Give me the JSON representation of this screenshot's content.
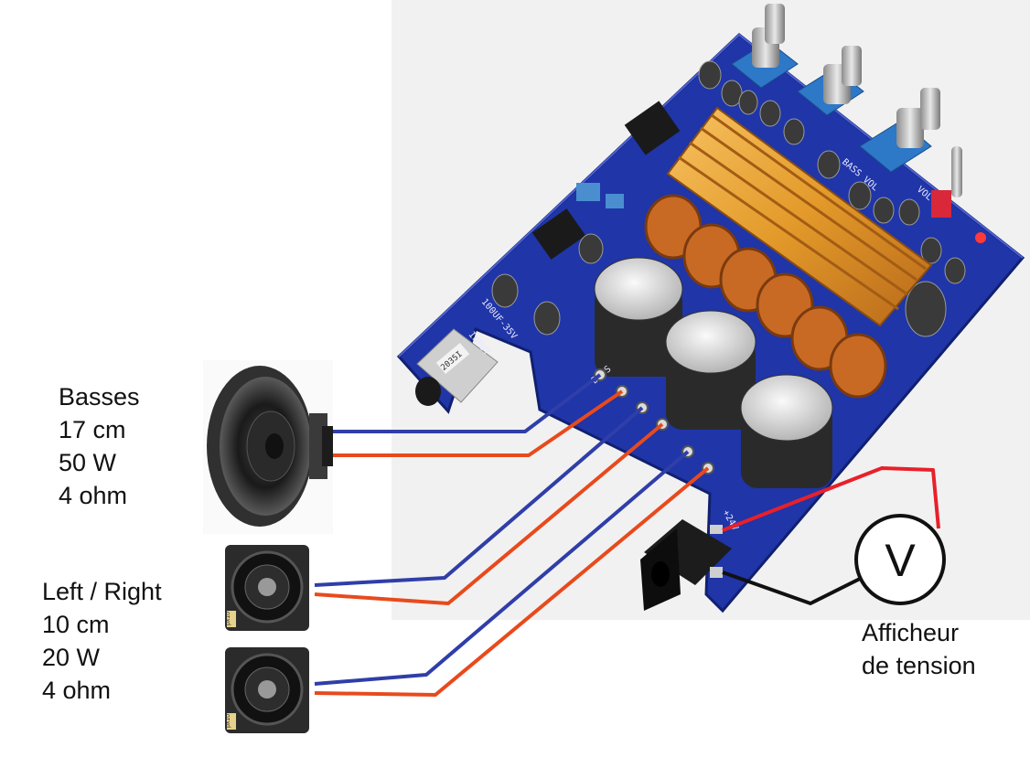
{
  "speakers": {
    "bass": {
      "lines": [
        "Basses",
        "17 cm",
        "50 W",
        "4 ohm"
      ]
    },
    "stereo": {
      "lines": [
        "Left / Right",
        "10 cm",
        "20 W",
        "4 ohm"
      ]
    }
  },
  "meter": {
    "symbol": "V",
    "caption_lines": [
      "Afficheur",
      "de tension"
    ]
  },
  "board": {
    "input_label": "INPUT",
    "bass_label": "BASS",
    "power_label": "+24V",
    "jack_marking": "2035I",
    "cap_marking": "100UF-35V",
    "pot_labels": [
      "BASS VOL",
      "VOL"
    ],
    "small_speaker_tag": "px10"
  },
  "colors": {
    "negative_wire": "#2f3ea8",
    "positive_wire": "#e84a1c",
    "meter_positive": "#e8202a",
    "meter_negative": "#111111",
    "pcb": "#1f35a8",
    "heatsink": "#e39a2a"
  }
}
